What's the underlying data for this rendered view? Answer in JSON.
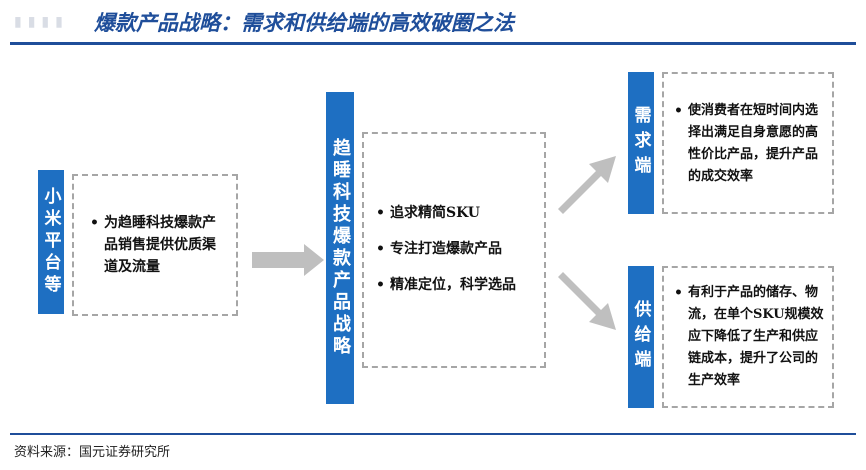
{
  "header": {
    "title": "爆款产品战略：需求和供给端的高效破圈之法"
  },
  "left_bar": {
    "label": "小米平台等"
  },
  "left_box": {
    "text": "为趋睡科技爆款产品销售提供优质渠道及流量"
  },
  "center_bar": {
    "label": "趋睡科技爆款产品战略"
  },
  "center_box": {
    "items": [
      "追求精简SKU",
      "专注打造爆款产品",
      "精准定位，科学选品"
    ]
  },
  "demand_bar": {
    "label": "需求端"
  },
  "demand_box": {
    "text": "使消费者在短时间内选择出满足自身意愿的高性价比产品，提升产品的成交效率"
  },
  "supply_bar": {
    "label": "供给端"
  },
  "supply_box": {
    "text": "有利于产品的储存、物流，在单个SKU规模效应下降低了生产和供应链成本，提升了公司的生产效率"
  },
  "footer": {
    "source": "资料来源：国元证券研究所"
  },
  "colors": {
    "accent": "#1e6fc2",
    "title": "#1f4e9a",
    "arrow": "#bfbfbf",
    "dash": "#a6a6a6"
  }
}
